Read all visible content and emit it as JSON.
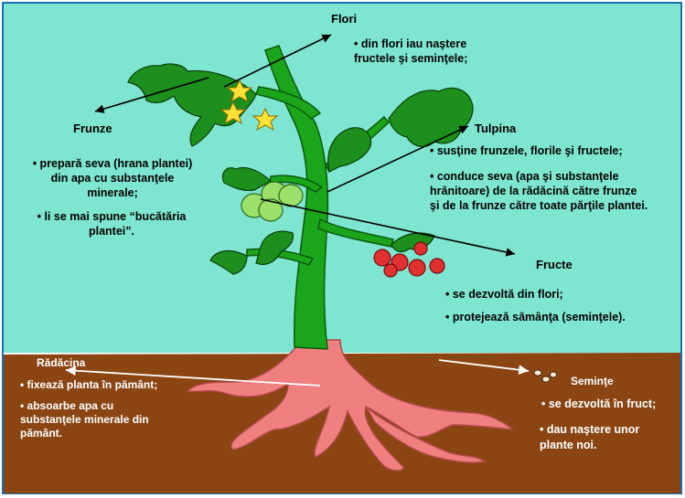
{
  "diagram": {
    "colors": {
      "sky": "#7ee5d0",
      "soil": "#8b4513",
      "stem": "#1aa51a",
      "leaf": "#1c8f1c",
      "root": "#f08080",
      "flower": "#ffe135",
      "fruit_ripe": "#e03030",
      "fruit_green": "#9be06a"
    },
    "flori": {
      "title": "Flori",
      "desc": "• din flori iau naştere\nfructele şi seminţele;"
    },
    "frunze": {
      "title": "Frunze",
      "desc1": "• prepară seva (hrana plantei)\ndin apa cu substanţele\nminerale;",
      "desc2": "• li se mai spune “bucătăria\nplantei”."
    },
    "tulpina": {
      "title": "Tulpina",
      "desc1": "• susţine frunzele, florile şi fructele;",
      "desc2": "• conduce seva (apa şi substanţele\nhrănitoare) de la rădăcină către frunze\nşi de la frunze către toate părţile plantei."
    },
    "fructe": {
      "title": "Fructe",
      "desc1": "• se dezvoltă din flori;",
      "desc2": "• protejează sămânţa (seminţele)."
    },
    "radacina": {
      "title": "Rădăcina",
      "desc1": "• fixează planta în pământ;",
      "desc2": "• absoarbe apa cu\nsubstanţele minerale din\npământ."
    },
    "seminte": {
      "title": "Seminţe",
      "desc1": "• se dezvoltă în fruct;",
      "desc2": "• dau naştere unor\nplante noi."
    }
  }
}
